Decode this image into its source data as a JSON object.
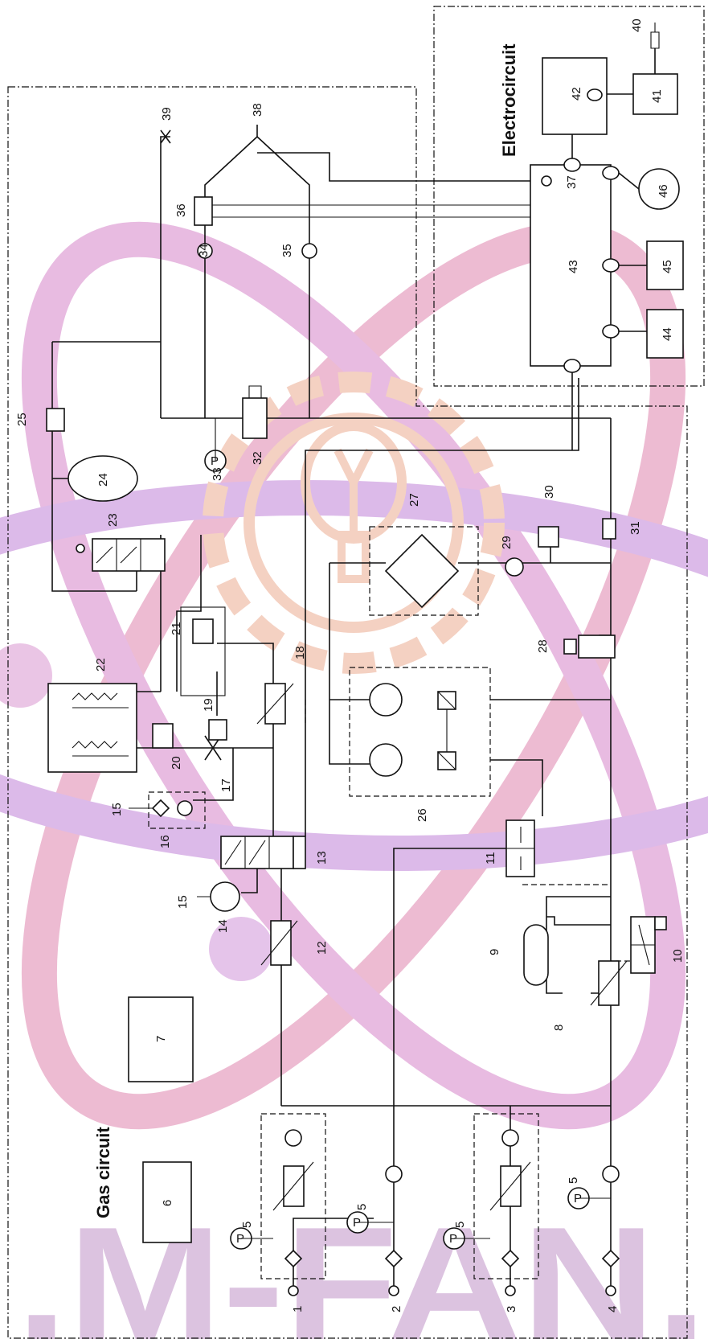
{
  "sections": {
    "gas": "Gas circuit",
    "electro": "Electrocircuit"
  },
  "watermark": ".M-FAN.",
  "colors": {
    "line": "#111111",
    "watermark_pink": "#e9a7c5",
    "watermark_violet": "#cfa4e4",
    "watermark_orange": "#f2c7b4"
  },
  "labels": {
    "n1": "1",
    "n2": "2",
    "n3": "3",
    "n4": "4",
    "n5a": "5",
    "n5b": "5",
    "n5c": "5",
    "n5d": "5",
    "n6": "6",
    "n7": "7",
    "n8": "8",
    "n9": "9",
    "n10": "10",
    "n11": "11",
    "n12": "12",
    "n13": "13",
    "n14": "14",
    "n15a": "15",
    "n15b": "15",
    "n16": "16",
    "n17": "17",
    "n18": "18",
    "n19": "19",
    "n20": "20",
    "n21": "21",
    "n22": "22",
    "n23": "23",
    "n24": "24",
    "n25": "25",
    "n26": "26",
    "n27": "27",
    "n28": "28",
    "n29": "29",
    "n30": "30",
    "n31": "31",
    "n32": "32",
    "n33": "33",
    "n34": "34",
    "n35": "35",
    "n36": "36",
    "n37": "37",
    "n38": "38",
    "n39": "39",
    "n40": "40",
    "n41": "41",
    "n42": "42",
    "n43": "43",
    "n44": "44",
    "n45": "45",
    "n46": "46",
    "p": "P"
  }
}
